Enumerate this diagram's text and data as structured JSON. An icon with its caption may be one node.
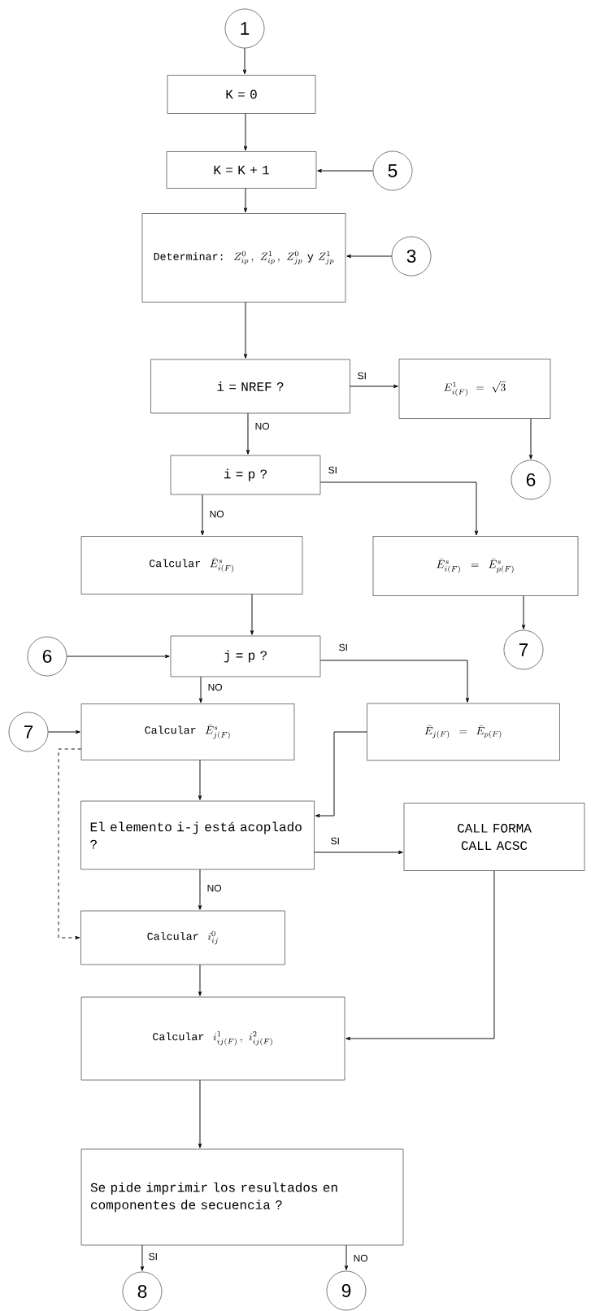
{
  "diagram": {
    "nodes": [
      {
        "text": [
          "1"
        ]
      },
      {
        "text": [
          "K = 0"
        ]
      },
      {
        "text": [
          "K = K + 1"
        ]
      },
      {
        "text": [
          "5"
        ]
      },
      {
        "text": [
          "\\text{Determinar:}\\ \\ Z^{0}_{ip}\\,,\\ Z^{1}_{ip}\\,,\\ Z^{0}_{jp}\\ \\text{y}\\ Z^{1}_{jp}"
        ]
      },
      {
        "text": [
          "3"
        ]
      },
      {
        "text": [
          "i = NREF ?"
        ]
      },
      {
        "text": [
          "E^{1}_{i(F)} = \\sqrt{3}"
        ]
      },
      {
        "text": [
          "i = p ?"
        ]
      },
      {
        "text": [
          "6"
        ]
      },
      {
        "text": [
          "\\text{Calcular}\\ \\ \\bar{E}^{s}_{i(F)}"
        ]
      },
      {
        "text": [
          "\\bar{E}^{s}_{i(F)} = \\bar{E}^{s}_{p(F)}"
        ]
      },
      {
        "text": [
          "6"
        ]
      },
      {
        "text": [
          "j = p ?"
        ]
      },
      {
        "text": [
          "7"
        ]
      },
      {
        "text": [
          "7"
        ]
      },
      {
        "text": [
          "\\text{Calcular}\\ \\ \\bar{E}^{s}_{j(F)}"
        ]
      },
      {
        "text": [
          "\\bar{E}_{j(F)} = \\bar{E}_{p(F)}"
        ]
      },
      {
        "text": [
          "El elemento i-j está acoplado ?"
        ]
      },
      {
        "text": [
          "CALL FORMA",
          "CALL ACSC"
        ]
      },
      {
        "text": [
          "\\text{Calcular}\\ \\ i^{0}_{ij}"
        ]
      },
      {
        "text": [
          "\\text{Calcular}\\ \\ i^{1}_{ij(F)}\\,,\\ i^{2}_{ij(F)}"
        ]
      },
      {
        "text": [
          "Se pide imprimir los resultados en componentes de secuencia ?"
        ]
      },
      {
        "text": [
          "8"
        ]
      },
      {
        "text": [
          "9"
        ]
      }
    ],
    "edges": [
      {
        "from": 0,
        "to": 1,
        "arrow": "to"
      },
      {
        "from": 1,
        "to": 2,
        "arrow": "to"
      },
      {
        "from": 3,
        "to": 2,
        "arrow": "to"
      },
      {
        "from": 2,
        "to": 4,
        "arrow": "to"
      },
      {
        "from": 5,
        "to": 4,
        "arrow": "to"
      },
      {
        "from": 4,
        "to": 6,
        "arrow": "to"
      },
      {
        "from": 6,
        "to": 7,
        "arrow": "to",
        "label": "SI"
      },
      {
        "from": 6,
        "to": 8,
        "arrow": "to",
        "label": "NO"
      },
      {
        "from": 7,
        "to": 9,
        "arrow": "to"
      },
      {
        "from": 8,
        "to": 11,
        "arrow": "to",
        "label": "SI"
      },
      {
        "from": 8,
        "to": 10,
        "arrow": "to",
        "label": "NO"
      },
      {
        "from": 11,
        "to": 14,
        "arrow": "to"
      },
      {
        "from": 10,
        "to": 13,
        "arrow": "to"
      },
      {
        "from": 12,
        "to": 13,
        "arrow": "to"
      },
      {
        "from": 13,
        "to": 17,
        "arrow": "to",
        "label": "SI"
      },
      {
        "from": 13,
        "to": 16,
        "arrow": "to",
        "label": "NO"
      },
      {
        "from": 15,
        "to": 16,
        "arrow": "to"
      },
      {
        "from": 16,
        "to": 18,
        "arrow": "to"
      },
      {
        "from": 17,
        "to": 18,
        "arrow": "to"
      },
      {
        "from": 16,
        "to": 20,
        "arrow": "to",
        "style": "dashed"
      },
      {
        "from": 18,
        "to": 19,
        "arrow": "to",
        "label": "SI"
      },
      {
        "from": 18,
        "to": 20,
        "arrow": "to",
        "label": "NO"
      },
      {
        "from": 20,
        "to": 21,
        "arrow": "to"
      },
      {
        "from": 19,
        "to": 21,
        "arrow": "to"
      },
      {
        "from": 21,
        "to": 22,
        "arrow": "to"
      },
      {
        "from": 22,
        "to": 23,
        "arrow": "to",
        "label": "SI"
      },
      {
        "from": 22,
        "to": 24,
        "arrow": "to",
        "label": "NO"
      }
    ]
  }
}
